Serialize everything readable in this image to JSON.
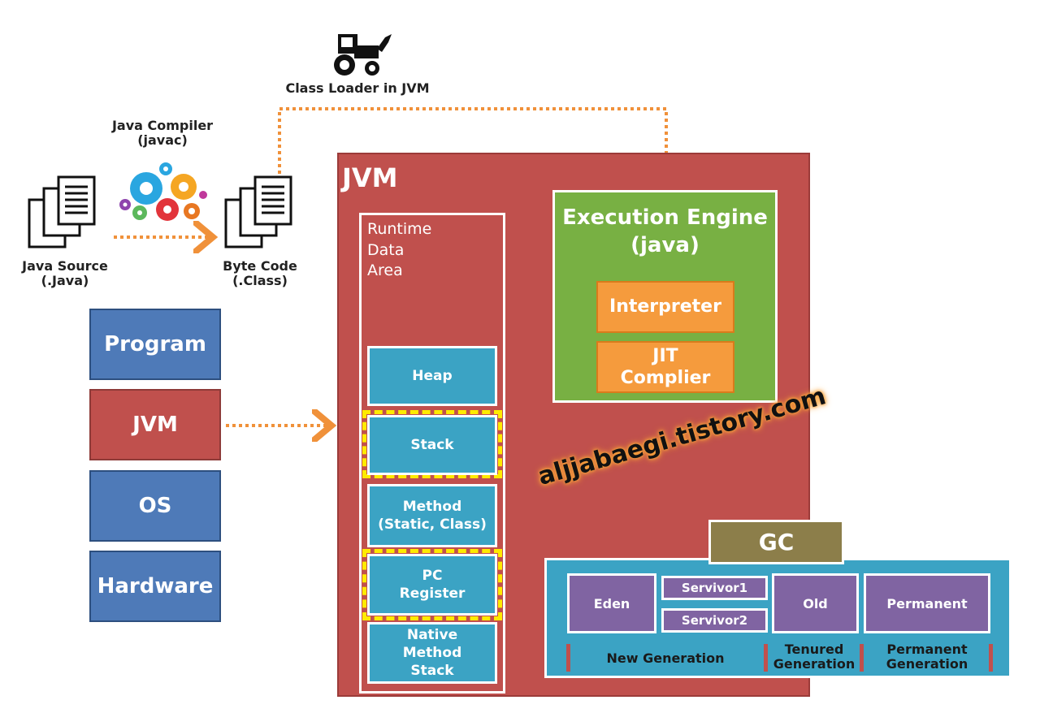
{
  "class_loader": {
    "label": "Class Loader in JVM"
  },
  "compiler": {
    "label": "Java Compiler\n(javac)"
  },
  "java_source": {
    "label": "Java Source\n(.Java)"
  },
  "byte_code": {
    "label": "Byte Code\n(.Class)"
  },
  "platform_stack": [
    "Program",
    "JVM",
    "OS",
    "Hardware"
  ],
  "jvm": {
    "title": "JVM",
    "runtime_area": {
      "label": "Runtime\nData\nArea",
      "blocks": [
        "Heap",
        "Stack",
        "Method\n(Static, Class)",
        "PC\nRegister",
        "Native\nMethod\nStack"
      ]
    },
    "execution_engine": {
      "title": "Execution Engine\n(java)",
      "interpreter": "Interpreter",
      "jit": "JIT\nComplier"
    },
    "gc": {
      "label": "GC",
      "eden": "Eden",
      "servivor1": "Servivor1",
      "servivor2": "Servivor2",
      "old": "Old",
      "permanent": "Permanent",
      "new_generation": "New Generation",
      "tenured_generation": "Tenured\nGeneration",
      "permanent_generation": "Permanent\nGeneration"
    }
  },
  "watermark": "aljjabaegi.tistory.com",
  "colors": {
    "jvm_red": "#c0504d",
    "program_blue": "#4e7ab8",
    "runtime_cyan": "#3ba3c4",
    "engine_green": "#78b043",
    "engine_orange": "#f59b3d",
    "gc_olive": "#8c7e4a",
    "gen_purple": "#8064a2",
    "dash_orange": "#f0913a",
    "highlight_yellow": "#ffeb00"
  }
}
